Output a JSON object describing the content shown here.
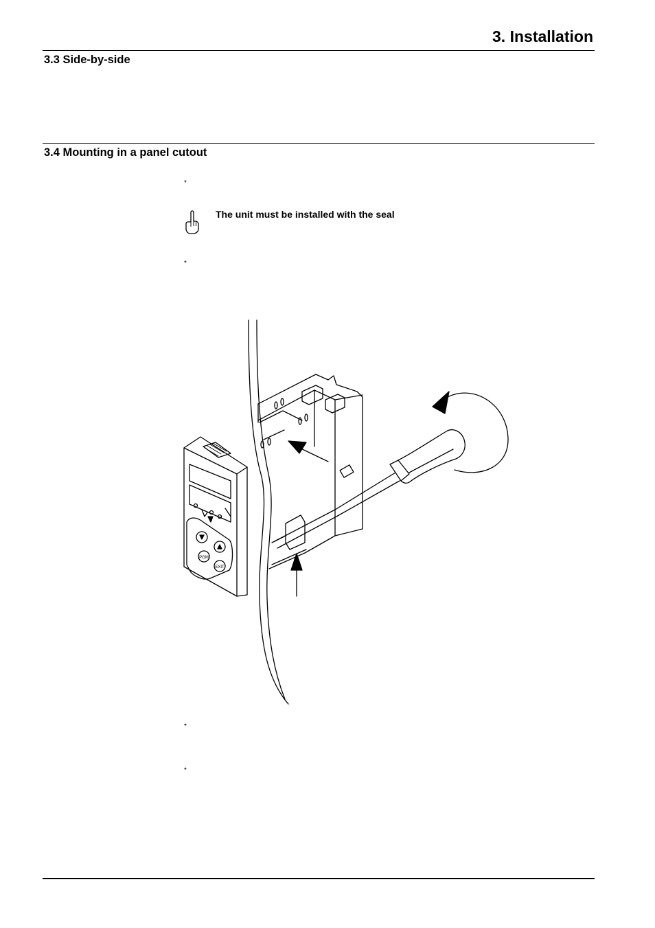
{
  "header": {
    "chapter_title": "3. Installation"
  },
  "sections": {
    "side_by_side": {
      "heading": "3.3 Side-by-side"
    },
    "panel_cutout": {
      "heading": "3.4 Mounting in a panel cutout",
      "bullet_symbol": "*",
      "note": {
        "icon": "pointing-hand-icon",
        "text": "The unit must be installed with the seal"
      }
    }
  },
  "figure": {
    "device_keys": {
      "pgm": "PGM",
      "exit": "EXIT"
    }
  }
}
